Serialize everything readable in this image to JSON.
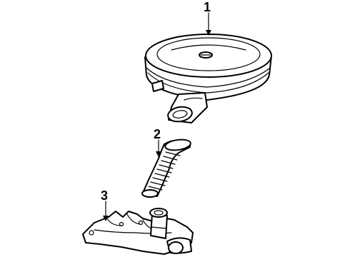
{
  "callouts": [
    {
      "id": "1",
      "text": "1"
    },
    {
      "id": "2",
      "text": "2"
    },
    {
      "id": "3",
      "text": "3"
    }
  ],
  "parts": [
    {
      "ref": "1",
      "name": "air-cleaner-assembly"
    },
    {
      "ref": "2",
      "name": "intake-duct-hose"
    },
    {
      "ref": "3",
      "name": "exhaust-manifold-heat-stove"
    }
  ]
}
